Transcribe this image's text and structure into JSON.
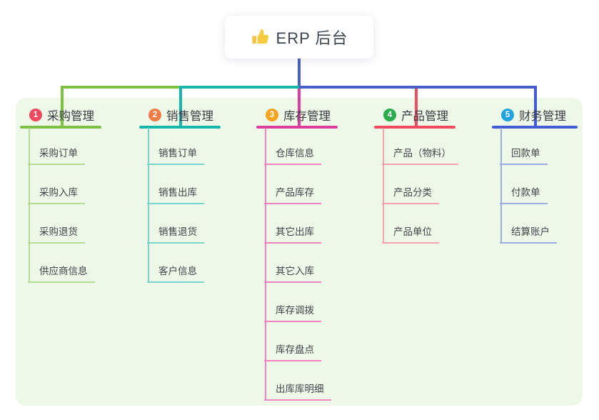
{
  "root": {
    "label": "ERP 后台",
    "icon": "thumbs-up-icon"
  },
  "colors": {
    "panel_background": "#edf8e8",
    "trunk": "#4a5ec8",
    "branch_line": [
      "#7cc141",
      "#16b7aa",
      "#dd3d9c",
      "#f14b60",
      "#3f5bd5"
    ],
    "branch_light": [
      "#b5db95",
      "#79d5cb",
      "#f184c0",
      "#f7a3ae",
      "#9bafe6"
    ],
    "badge": [
      "#f0485c",
      "#f07b45",
      "#f5a41f",
      "#2bad4d",
      "#20a4dd"
    ]
  },
  "branches": [
    {
      "index": "1",
      "title": "采购管理",
      "children": [
        "采购订单",
        "采购入库",
        "采购退货",
        "供应商信息"
      ]
    },
    {
      "index": "2",
      "title": "销售管理",
      "children": [
        "销售订单",
        "销售出库",
        "销售退货",
        "客户信息"
      ]
    },
    {
      "index": "3",
      "title": "库存管理",
      "children": [
        "仓库信息",
        "产品库存",
        "其它出库",
        "其它入库",
        "库存调拨",
        "库存盘点",
        "出库库明细"
      ]
    },
    {
      "index": "4",
      "title": "产品管理",
      "children": [
        "产品（物料）",
        "产品分类",
        "产品单位"
      ]
    },
    {
      "index": "5",
      "title": "财务管理",
      "children": [
        "回款单",
        "付款单",
        "结算账户"
      ]
    }
  ]
}
